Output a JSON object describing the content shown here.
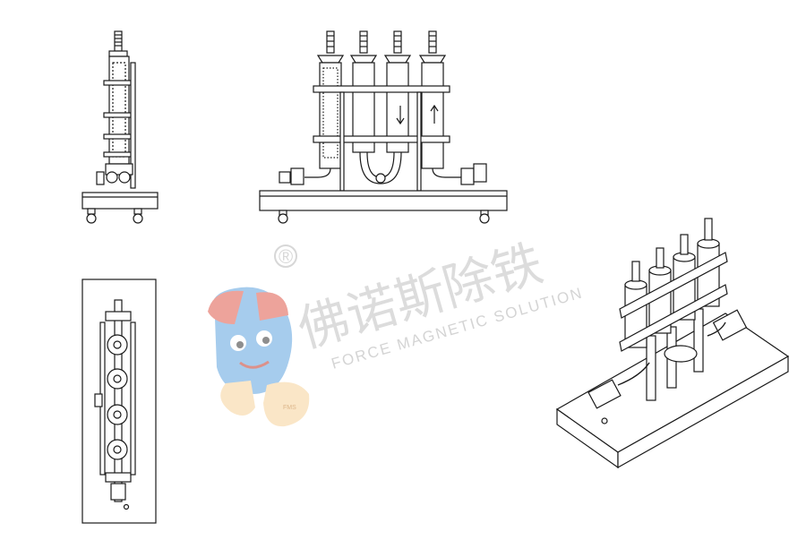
{
  "watermark": {
    "brand_cn": "佛诺斯除铁",
    "brand_en": "FORCE MAGNETIC SOLUTION",
    "registered_mark": "®",
    "mascot_label": "FMS"
  },
  "views": [
    {
      "name": "side-view"
    },
    {
      "name": "front-view"
    },
    {
      "name": "top-view"
    },
    {
      "name": "isometric-view"
    }
  ]
}
